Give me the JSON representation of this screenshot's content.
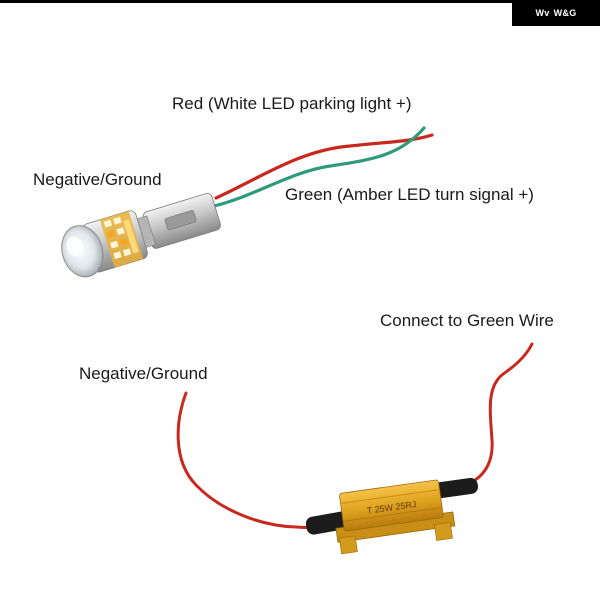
{
  "brand": {
    "logo_text": "W&G",
    "mark": "Wv"
  },
  "labels": {
    "red_wire": "Red (White LED parking light +)",
    "negative_ground_bulb": "Negative/Ground",
    "green_wire": "Green (Amber LED turn signal +)",
    "connect_green": "Connect to Green Wire",
    "negative_ground_resistor": "Negative/Ground"
  },
  "resistor": {
    "marking": "T 25W 25RJ"
  },
  "colors": {
    "red_wire": "#c8281e",
    "green_wire": "#2f9a7a",
    "resistor_gold": "#e0a21e",
    "bulb_silver": "#c9c9c9",
    "led_amber": "#f0a020"
  }
}
